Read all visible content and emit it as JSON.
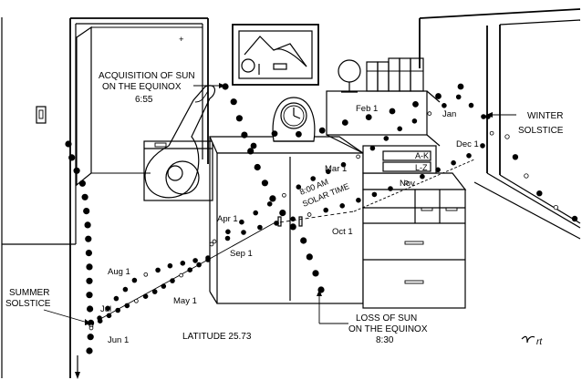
{
  "labels": {
    "acq_line1": "ACQUISITION OF SUN",
    "acq_line2": "ON THE EQUINOX",
    "acq_time": "6:55",
    "loss_line1": "LOSS OF SUN",
    "loss_line2": "ON THE EQUINOX",
    "loss_time": "8:30",
    "winter_line1": "WINTER",
    "winter_line2": "SOLSTICE",
    "summer_line1": "SUMMER",
    "summer_line2": "SOLSTICE",
    "latitude": "LATITUDE 25.73",
    "solar_line1": "8:00 AM",
    "solar_line2": "SOLAR TIME",
    "signature": "rt",
    "drawer_top": "A-K",
    "drawer_bottom": "L-Z"
  },
  "months": {
    "jan": "Jan",
    "feb": "Feb 1",
    "mar": "Mar 1",
    "apr": "Apr 1",
    "may": "May 1",
    "jun": "Jun 1",
    "jul": "Jul",
    "aug": "Aug 1",
    "sep": "Sep 1",
    "oct": "Oct 1",
    "nov": "Nov",
    "dec": "Dec 1"
  }
}
